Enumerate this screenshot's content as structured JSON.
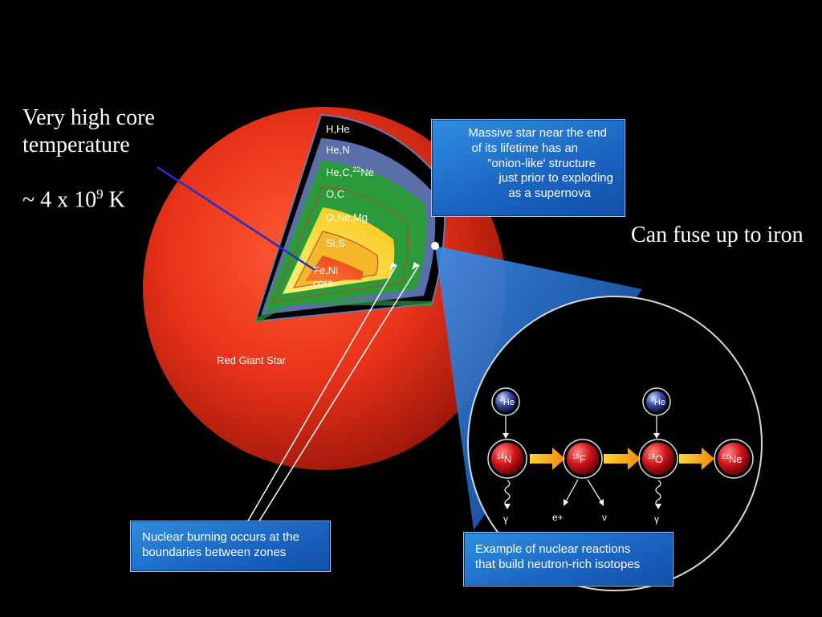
{
  "notes": {
    "core_temp_heading": "Very high core temperature",
    "core_temp_value_prefix": "~ 4 x 10",
    "core_temp_value_exp": "9",
    "core_temp_value_unit": " K",
    "fuse_limit": "Can fuse up to iron"
  },
  "zones": [
    {
      "label": "H,He"
    },
    {
      "label": "He,N"
    },
    {
      "label_pre": "He,C,",
      "label_sup": "22",
      "label_post": "Ne"
    },
    {
      "label": "O,C"
    },
    {
      "label": "O,Ne,Mg"
    },
    {
      "label": "Si,S"
    },
    {
      "label": "Fe,Ni"
    },
    {
      "label": "core"
    }
  ],
  "star_label": "Red Giant Star",
  "boxes": {
    "onion_lines": [
      "Massive star near the end",
      "of its lifetime has an",
      "\"onion-like' structure",
      "just prior to exploding",
      "as a supernova"
    ],
    "burning_lines": [
      "Nuclear burning occurs at the",
      "boundaries between zones"
    ],
    "reactions_lines": [
      "Example of nuclear reactions",
      "that build neutron-rich isotopes"
    ]
  },
  "reaction_chain": {
    "input1": {
      "mass": "4",
      "symbol": "He"
    },
    "input2": {
      "mass": "4",
      "symbol": "He"
    },
    "nuclei": [
      {
        "mass": "14",
        "symbol": "N"
      },
      {
        "mass": "18",
        "symbol": "F"
      },
      {
        "mass": "18",
        "symbol": "O"
      },
      {
        "mass": "22",
        "symbol": "Ne"
      }
    ],
    "emissions": {
      "gamma1": "γ",
      "positron": "e+",
      "neutrino": "ν",
      "gamma2": "γ"
    }
  },
  "colors": {
    "star_surface": "#e8321a",
    "hydrogen_shell": "#000000",
    "helium_shell": "#5a6ea8",
    "green_zone": "#2a9a3a",
    "yellow_zone": "#f4d020",
    "core": "#f04a18",
    "box_blue": "#1a63c0",
    "arrow_orange": "#f5a010"
  }
}
